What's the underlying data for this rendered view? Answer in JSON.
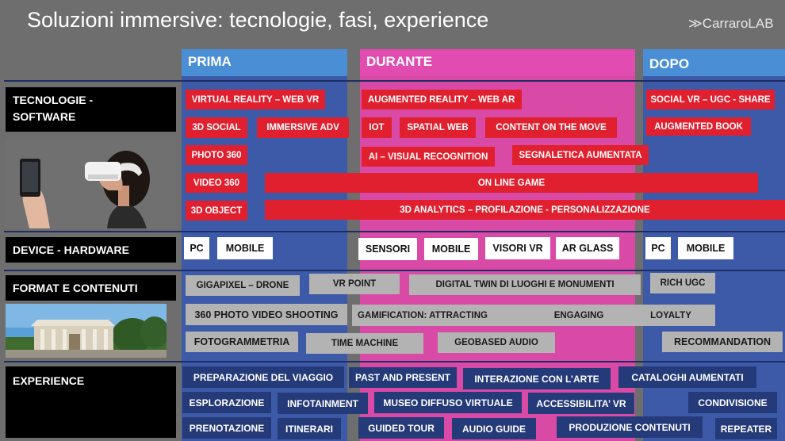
{
  "title": "Soluzioni immersive: tecnologie, fasi, experience",
  "logo": "≫CarraroLAB",
  "columns": {
    "prima": "PRIMA",
    "durante": "DURANTE",
    "dopo": "DOPO"
  },
  "rows": {
    "tecnologie": "TECNOLOGIE -\nSOFTWARE",
    "device": "DEVICE - HARDWARE",
    "format": "FORMAT E CONTENUTI",
    "experience": "EXPERIENCE"
  },
  "tech": {
    "virtual_reality": "VIRTUAL REALITY – WEB VR",
    "augmented_reality": "AUGMENTED REALITY – WEB AR",
    "social_vr": "SOCIAL VR – UGC - SHARE",
    "social_3d": "3D SOCIAL",
    "immersive_adv": "IMMERSIVE ADV",
    "iot": "IOT",
    "spatial_web": "SPATIAL WEB",
    "content_move": "CONTENT ON THE MOVE",
    "augmented_book": "AUGMENTED BOOK",
    "photo360": "PHOTO 360",
    "ai_visual": "AI – VISUAL RECOGNITION",
    "segnaletica": "SEGNALETICA AUMENTATA",
    "video360": "VIDEO 360",
    "online_game": "ON LINE GAME",
    "object3d": "3D OBJECT",
    "analytics": "3D ANALYTICS – PROFILAZIONE - PERSONALIZZAZIONE"
  },
  "device": {
    "pc1": "PC",
    "mobile1": "MOBILE",
    "sensori": "SENSORI",
    "mobile2": "MOBILE",
    "visori": "VISORI VR",
    "arglass": "AR GLASS",
    "pc2": "PC",
    "mobile3": "MOBILE"
  },
  "format": {
    "gigapixel": "GIGAPIXEL – DRONE",
    "vr_point": "VR POINT",
    "digital_twin": "DIGITAL TWIN DI LUOGHI E MONUMENTI",
    "rich_ugc": "RICH UGC",
    "shooting360": "360 PHOTO VIDEO SHOOTING",
    "gamification": "GAMIFICATION:  ATTRACTING",
    "engaging": "ENGAGING",
    "loyalty": "LOYALTY",
    "fotogrammetria": "FOTOGRAMMETRIA",
    "time_machine": "TIME MACHINE",
    "geobased": "GEOBASED AUDIO",
    "recommandation": "RECOMMANDATION"
  },
  "experience": {
    "preparazione": "PREPARAZIONE DEL VIAGGIO",
    "past_present": "PAST AND PRESENT",
    "interazione": "INTERAZIONE CON L’ARTE",
    "cataloghi": "CATALOGHI AUMENTATI",
    "esplorazione": "ESPLORAZIONE",
    "infotainment": "INFOTAINMENT",
    "museo": "MUSEO DIFFUSO VIRTUALE",
    "accessibilita": "ACCESSIBILITA’ VR",
    "condivisione": "CONDIVISIONE",
    "prenotazione": "PRENOTAZIONE",
    "itinerari": "ITINERARI",
    "guided_tour": "GUIDED TOUR",
    "audio_guide": "AUDIO GUIDE",
    "produzione": "PRODUZIONE CONTENUTI",
    "repeater": "REPEATER"
  },
  "colors": {
    "column_blue": "#3d5aa8",
    "column_pink": "#d94aa6",
    "header_blue": "#4a8fd6",
    "header_pink": "#e24bb0",
    "tech_red": "#e0202e",
    "format_grey": "#b3b3b3",
    "experience_navy": "#253a78"
  }
}
